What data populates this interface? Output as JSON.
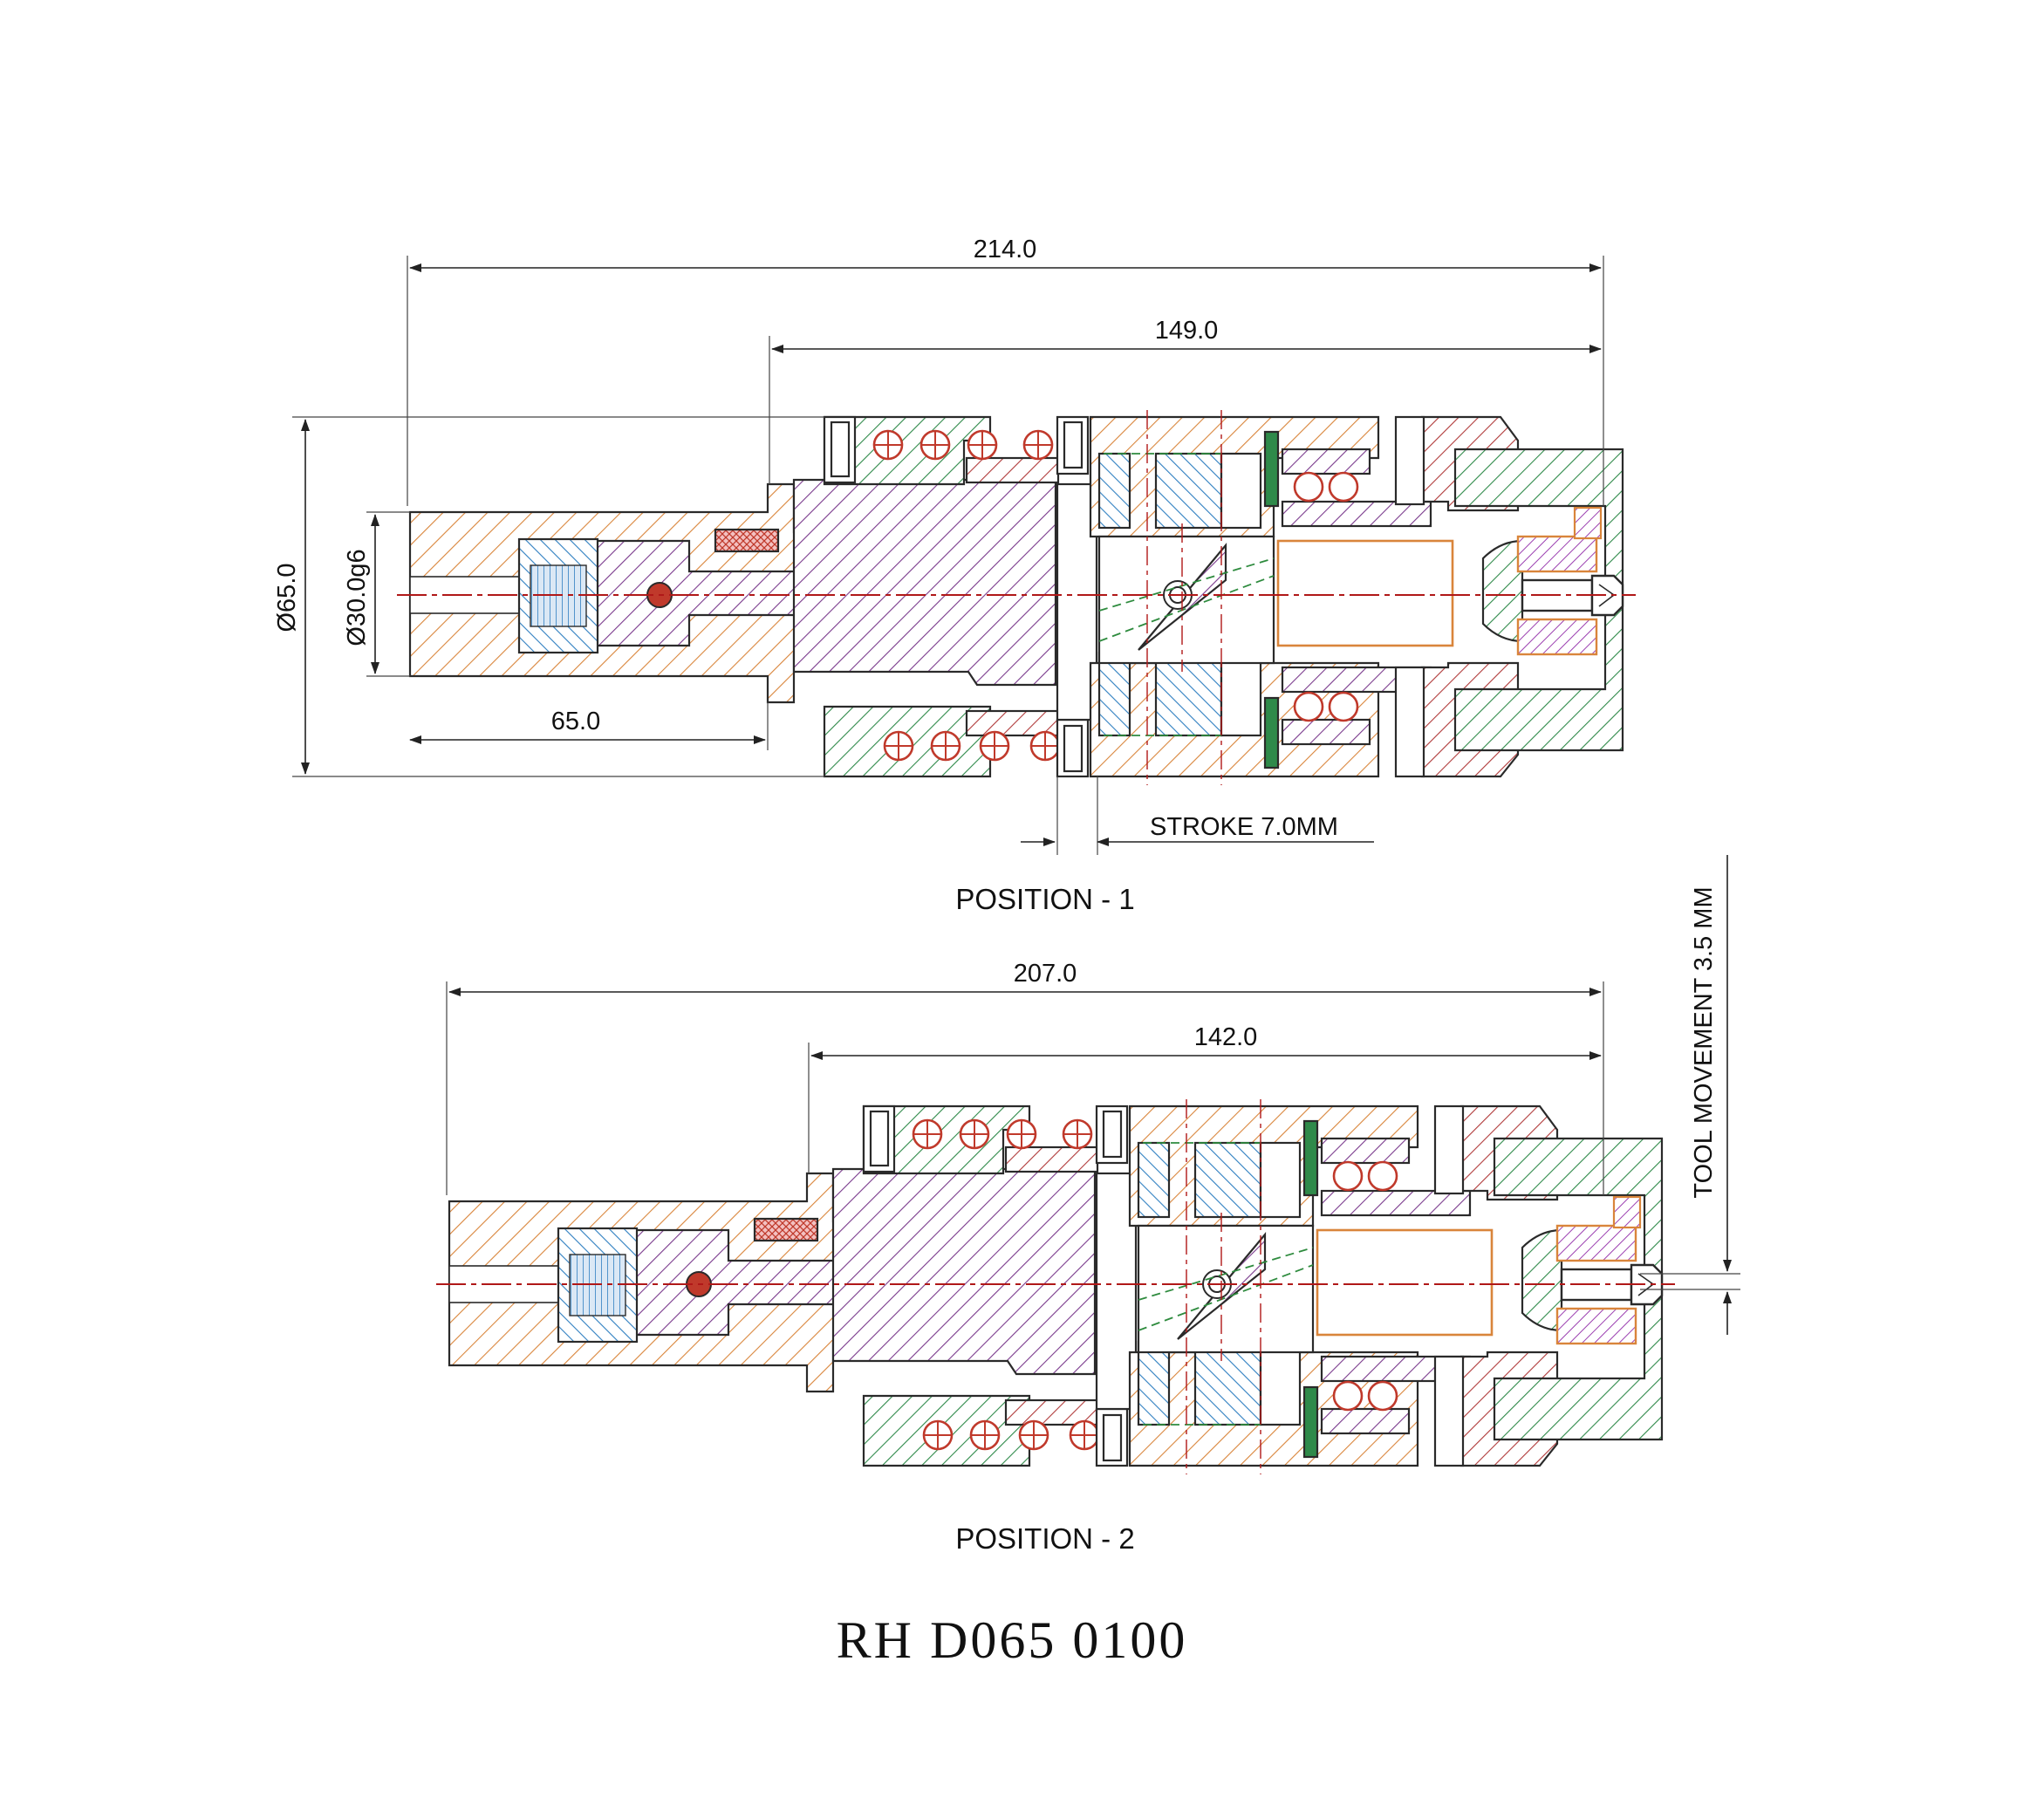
{
  "dimensions": {
    "overall_length_pos1": "214.0",
    "body_length_pos1": "149.0",
    "outer_diameter": "Ø65.0",
    "shank_diameter": "Ø30.0g6",
    "shank_length": "65.0",
    "stroke": "STROKE 7.0MM",
    "overall_length_pos2": "207.0",
    "body_length_pos2": "142.0",
    "tool_movement": "TOOL MOVEMENT 3.5 MM"
  },
  "labels": {
    "position_1": "POSITION - 1",
    "position_2": "POSITION - 2",
    "part_number": "RH  D065  0100"
  },
  "colors": {
    "shank_orange": "#d9853b",
    "spindle_purple": "#7a3a8c",
    "housing_green": "#2f8a4a",
    "bearing_blue": "#2f7fc1",
    "ring_red": "#b03a3a",
    "seal_red": "#c0392b",
    "center_line": "#b01818",
    "hidden_line": "#2e8b3e"
  }
}
